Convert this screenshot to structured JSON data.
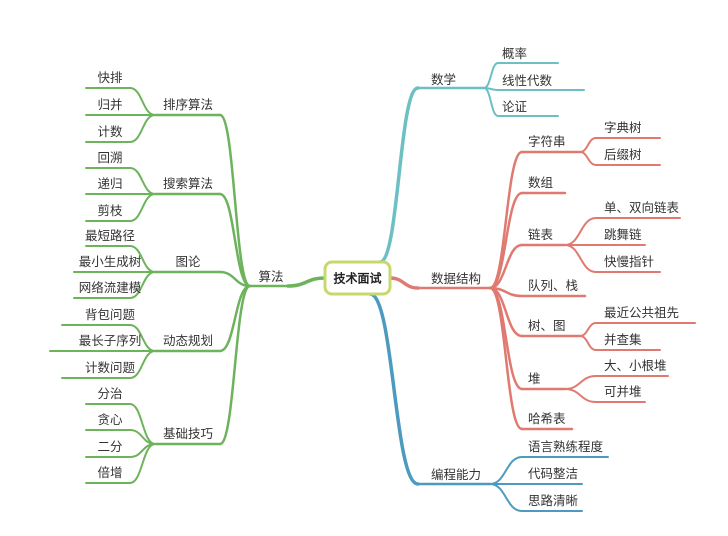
{
  "root": {
    "label": "技术面试",
    "border_color": "#c6d86e",
    "fill_color": "#ffffff"
  },
  "branches": {
    "math": {
      "label": "数学",
      "color": "#6cc0c3",
      "children": [
        "概率",
        "线性代数",
        "论证"
      ]
    },
    "data_structures": {
      "label": "数据结构",
      "color": "#e07a70",
      "children": [
        {
          "label": "字符串",
          "children": [
            "字典树",
            "后缀树"
          ]
        },
        {
          "label": "数组",
          "children": []
        },
        {
          "label": "链表",
          "children": [
            "单、双向链表",
            "跳舞链",
            "快慢指针"
          ]
        },
        {
          "label": "队列、栈",
          "children": []
        },
        {
          "label": "树、图",
          "children": [
            "最近公共祖先",
            "并查集"
          ]
        },
        {
          "label": "堆",
          "children": [
            "大、小根堆",
            "可并堆"
          ]
        },
        {
          "label": "哈希表",
          "children": []
        }
      ]
    },
    "programming": {
      "label": "编程能力",
      "color": "#4d9ac0",
      "children": [
        "语言熟练程度",
        "代码整洁",
        "思路清晰"
      ]
    },
    "algorithms": {
      "label": "算法",
      "color": "#6db35c",
      "children": [
        {
          "label": "排序算法",
          "children": [
            "快排",
            "归并",
            "计数"
          ]
        },
        {
          "label": "搜索算法",
          "children": [
            "回溯",
            "递归",
            "剪枝"
          ]
        },
        {
          "label": "图论",
          "children": [
            "最短路径",
            "最小生成树",
            "网络流建模"
          ]
        },
        {
          "label": "动态规划",
          "children": [
            "背包问题",
            "最长子序列",
            "计数问题"
          ]
        },
        {
          "label": "基础技巧",
          "children": [
            "分治",
            "贪心",
            "二分",
            "倍增"
          ]
        }
      ]
    }
  }
}
